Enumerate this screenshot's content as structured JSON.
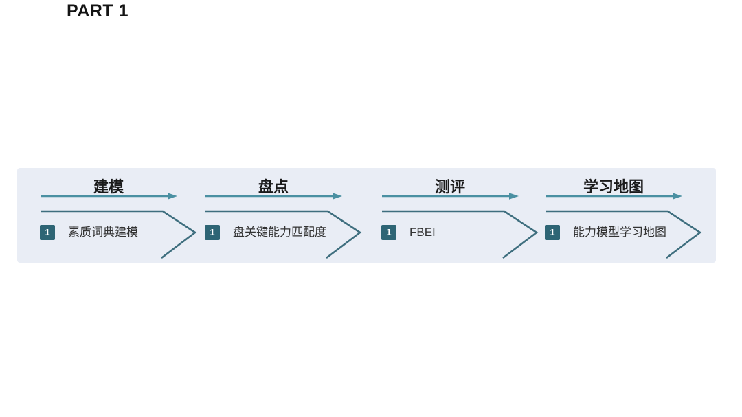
{
  "page": {
    "title": "PART 1"
  },
  "colors": {
    "background": "#ffffff",
    "band_background": "#e9edf5",
    "arrow_teal": "#4a90a2",
    "chevron_outline": "#3e6e7e",
    "badge_background": "#2e6575",
    "badge_text": "#ffffff",
    "title_text": "#1a1a1a",
    "label_text": "#333333"
  },
  "process_band": {
    "steps": [
      {
        "title": "建模",
        "badge": "1",
        "label": "素质词典建模"
      },
      {
        "title": "盘点",
        "badge": "1",
        "label": "盘关键能力匹配度"
      },
      {
        "title": "测评",
        "badge": "1",
        "label": "FBEI"
      },
      {
        "title": "学习地图",
        "badge": "1",
        "label": "能力模型学习地图"
      }
    ]
  }
}
